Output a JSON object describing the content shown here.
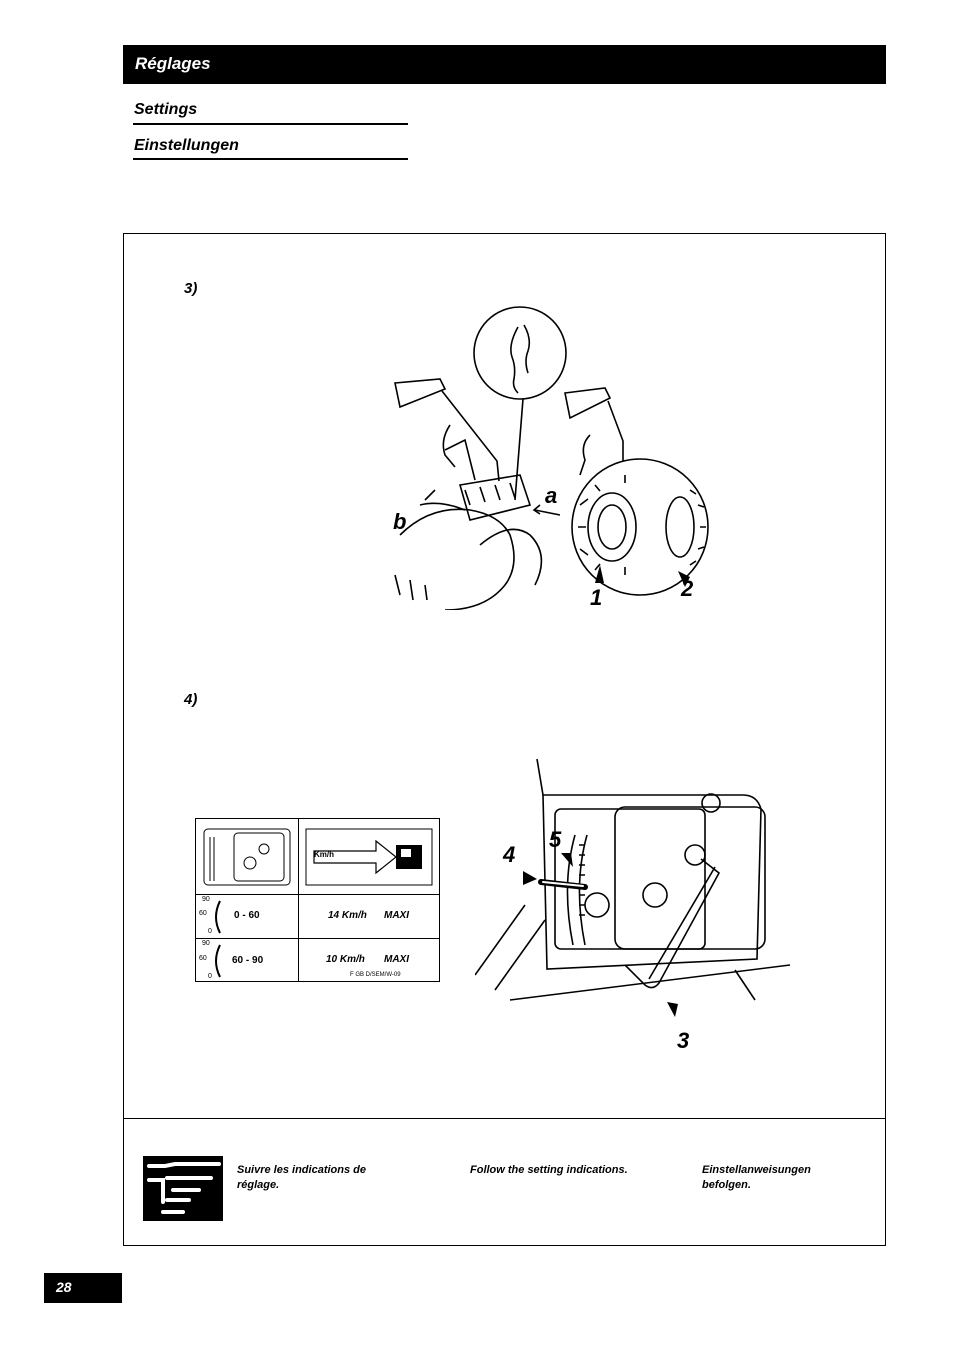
{
  "header": {
    "title": "Réglages"
  },
  "subtitles": {
    "en": "Settings",
    "de": "Einstellungen"
  },
  "steps": {
    "step3": "3)",
    "step4": "4)"
  },
  "figure3": {
    "callouts": {
      "a": "a",
      "b": "b",
      "n1": "1",
      "n2": "2"
    }
  },
  "figure4": {
    "callouts": {
      "n3": "3",
      "n4": "4",
      "n5": "5"
    }
  },
  "speed_table": {
    "unit_label": "Km/h",
    "rows": [
      {
        "scale_top": "90",
        "scale_mid": "60",
        "scale_bottom": "0",
        "range": "0 - 60",
        "speed": "14 Km/h",
        "max": "MAXI"
      },
      {
        "scale_top": "90",
        "scale_mid": "60",
        "scale_bottom": "0",
        "range": "60 - 90",
        "speed": "10 Km/h",
        "max": "MAXI"
      }
    ],
    "code": "F GB D/SEM/W-09"
  },
  "notes": {
    "fr": "Suivre les indications de réglage.",
    "en": "Follow the setting indications.",
    "de": "Einstellanweisungen befolgen."
  },
  "page_number": "28"
}
